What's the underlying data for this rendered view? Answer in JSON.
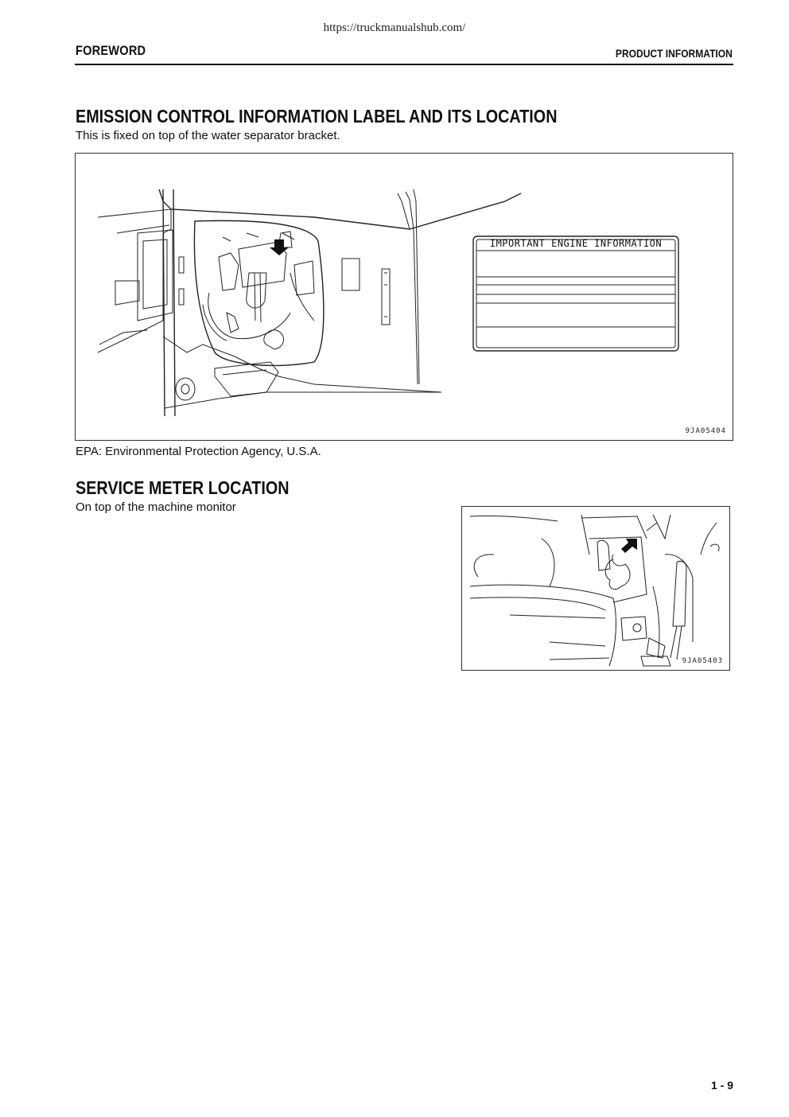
{
  "source_url": "https://truckmanualshub.com/",
  "header": {
    "left": "FOREWORD",
    "right": "PRODUCT INFORMATION"
  },
  "section1": {
    "title": "EMISSION CONTROL INFORMATION LABEL AND ITS LOCATION",
    "text": "This is fixed on top of the water separator bracket.",
    "figure": {
      "label_title": "IMPORTANT ENGINE INFORMATION",
      "code": "9JA05404"
    },
    "note": "EPA: Environmental Protection Agency, U.S.A."
  },
  "section2": {
    "title": "SERVICE METER LOCATION",
    "text": "On top of the machine monitor",
    "figure": {
      "code": "9JA05403"
    }
  },
  "page_number": "1 - 9"
}
